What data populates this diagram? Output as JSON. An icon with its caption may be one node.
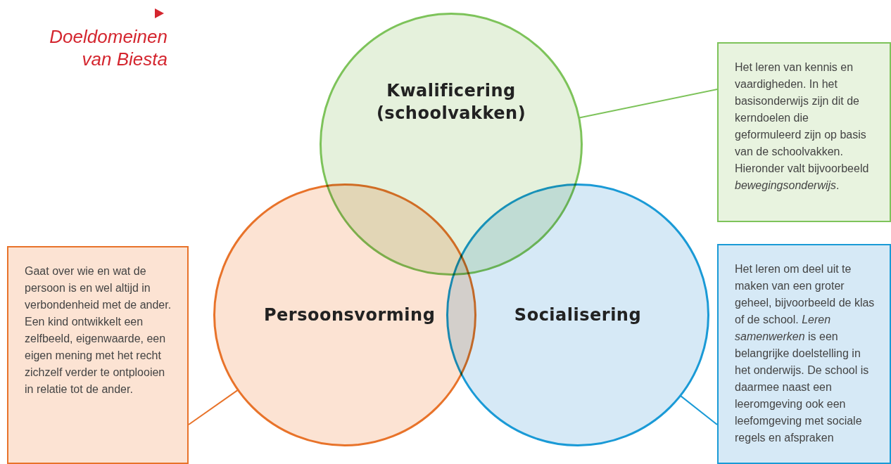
{
  "diagram": {
    "title": "Doeldomeinen van Biesta",
    "nodes": [
      {
        "text": [
          "Kwalificering (schoolvakken)"
        ]
      },
      {
        "text": [
          "Het leren van kennis en vaardigheden. In het basisonderwijs zijn dit de kerndoelen die geformuleerd zijn op basis van de schoolvakken. Hieronder valt bijvoorbeeld *bewegingsonderwijs*."
        ]
      },
      {
        "text": [
          "Persoonsvorming"
        ]
      },
      {
        "text": [
          "Gaat over wie en wat de persoon is en wel altijd in verbondenheid met de ander. Een kind ontwikkelt een zelfbeeld, eigenwaarde, een eigen mening met het recht zichzelf verder te ontplooien in relatie tot de ander."
        ]
      },
      {
        "text": [
          "Socialisering"
        ]
      },
      {
        "text": [
          "Het leren om deel uit te maken van een groter geheel, bijvoorbeeld de klas of de school. *Leren samenwerken* is een belangrijke doelstelling in het onderwijs. De school is daarmee naast een leeromgeving ook een leefomgeving met sociale regels en afspraken"
        ]
      }
    ],
    "edges": [
      {
        "from": 1,
        "to": 0,
        "arrow": "none",
        "color": "#7dc35a"
      },
      {
        "from": 3,
        "to": 2,
        "arrow": "none",
        "color": "#e8732a"
      },
      {
        "from": 5,
        "to": 4,
        "arrow": "none",
        "color": "#1a9ad6"
      }
    ]
  }
}
